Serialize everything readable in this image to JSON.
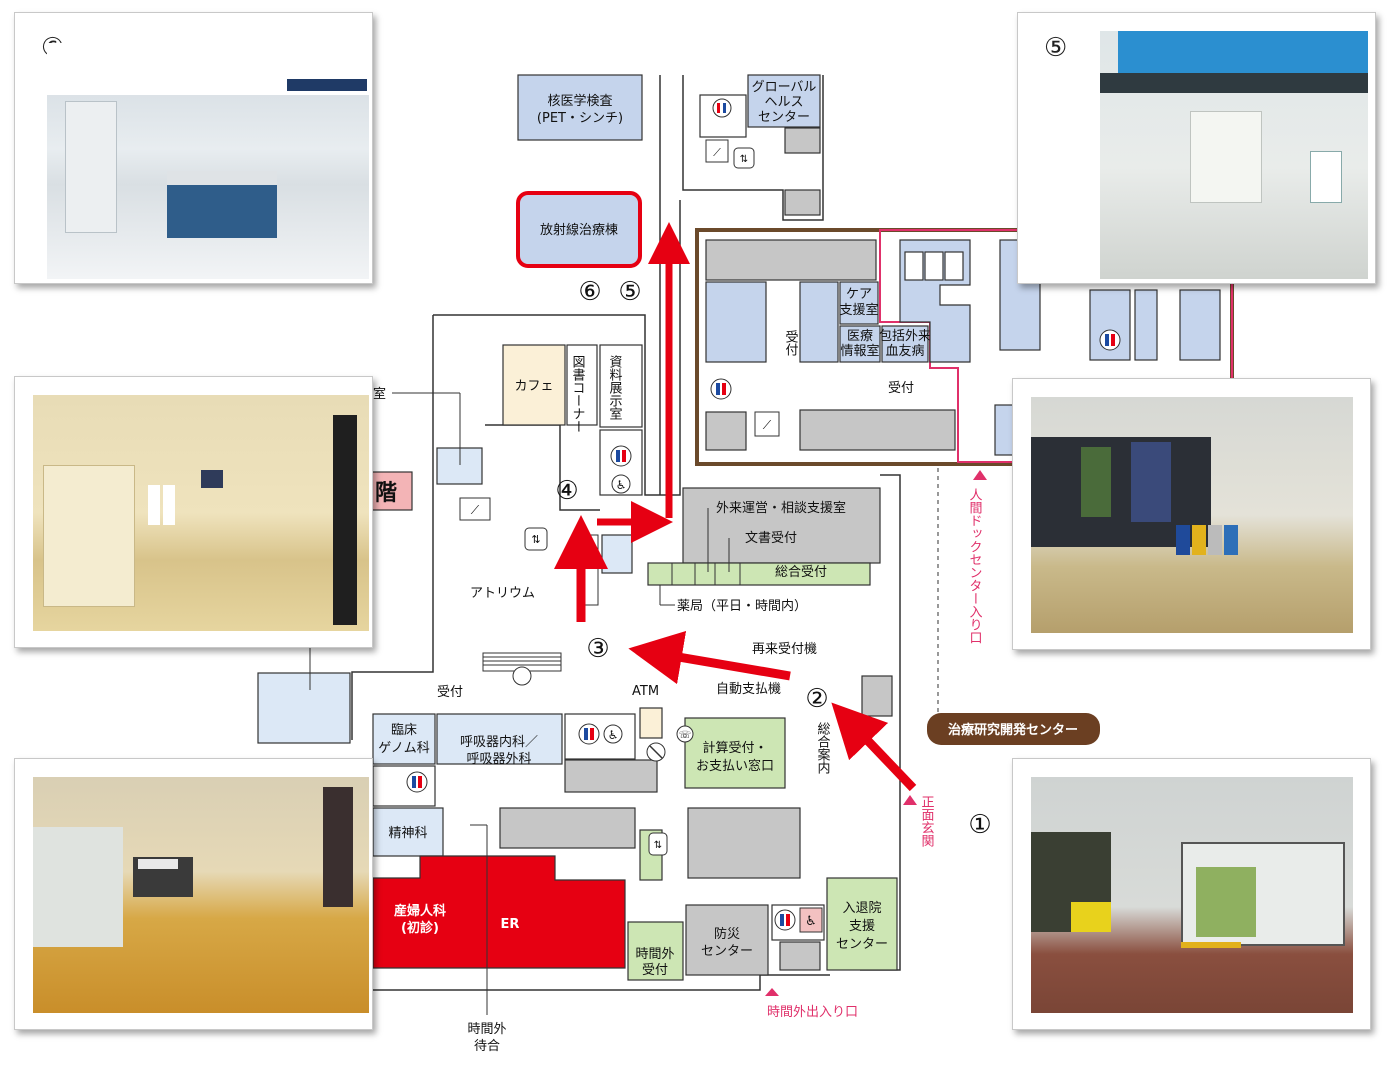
{
  "colors": {
    "route_arrow": "#e60012",
    "room_gray": "#c6c6c6",
    "room_blue": "#c5d4ec",
    "room_green": "#cde6b4",
    "emergency_red": "#e60012",
    "cafe_cream": "#fbf0d7",
    "dock_border_pink": "#e0306a",
    "dock_border_brown": "#6b4a2b",
    "label_brown": "#6b3f22"
  },
  "icons": [
    "restroom-icon",
    "wheelchair-icon",
    "elevator-icon",
    "escalator-icon",
    "stairs-icon",
    "phone-icon",
    "no-smoking-icon"
  ],
  "route_markers": {
    "m1": "①",
    "m2": "②",
    "m3": "③",
    "m4": "④",
    "m5": "⑤",
    "m6": "⑥"
  },
  "rooms": {
    "nuclear": "核医学検査",
    "nuclear_sub": "(PET・シンチ)",
    "global1": "グローバル",
    "global2": "ヘルス",
    "global3": "センター",
    "radiation": "放射線治療棟",
    "cafe": "カフェ",
    "library": "図書コーナー",
    "archive": "資料展示室",
    "care1": "ケア",
    "care2": "支援室",
    "medinfo1": "医療",
    "medinfo2": "情報室",
    "comp1": "包括外来",
    "comp2": "血友病",
    "reception_v": "受付",
    "reception": "受付",
    "atrium": "アトリウム",
    "outpatient": "外来運営・相談支援室",
    "docs": "文書受付",
    "general_reception": "総合受付",
    "pharmacy": "薬局（平日・時間内）",
    "revisit": "再来受付機",
    "autopay": "自動支払機",
    "atm": "ATM",
    "info": "総合案内",
    "genome1": "臨床",
    "genome2": "ゲノム科",
    "resp1": "呼吸器内科／",
    "resp2": "呼吸器外科",
    "billing1": "計算受付・",
    "billing2": "お支払い窓口",
    "psych": "精神科",
    "obgyn1": "産婦人科",
    "obgyn2": "(初診)",
    "er": "ER",
    "afterhours_rec1": "時間外",
    "afterhours_rec2": "受付",
    "disaster1": "防災",
    "disaster2": "センター",
    "admission1": "入退院",
    "admission2": "支援",
    "admission3": "センター",
    "afterhours_wait1": "時間外",
    "afterhours_wait2": "待合",
    "room_partial": "室",
    "floor_partial": "階",
    "rec_left": "受付"
  },
  "entrances": {
    "main": "正面玄関",
    "afterhours": "時間外出入り口",
    "dock": "人間ドックセンター入り口"
  },
  "badge": "治療研究開発センター"
}
